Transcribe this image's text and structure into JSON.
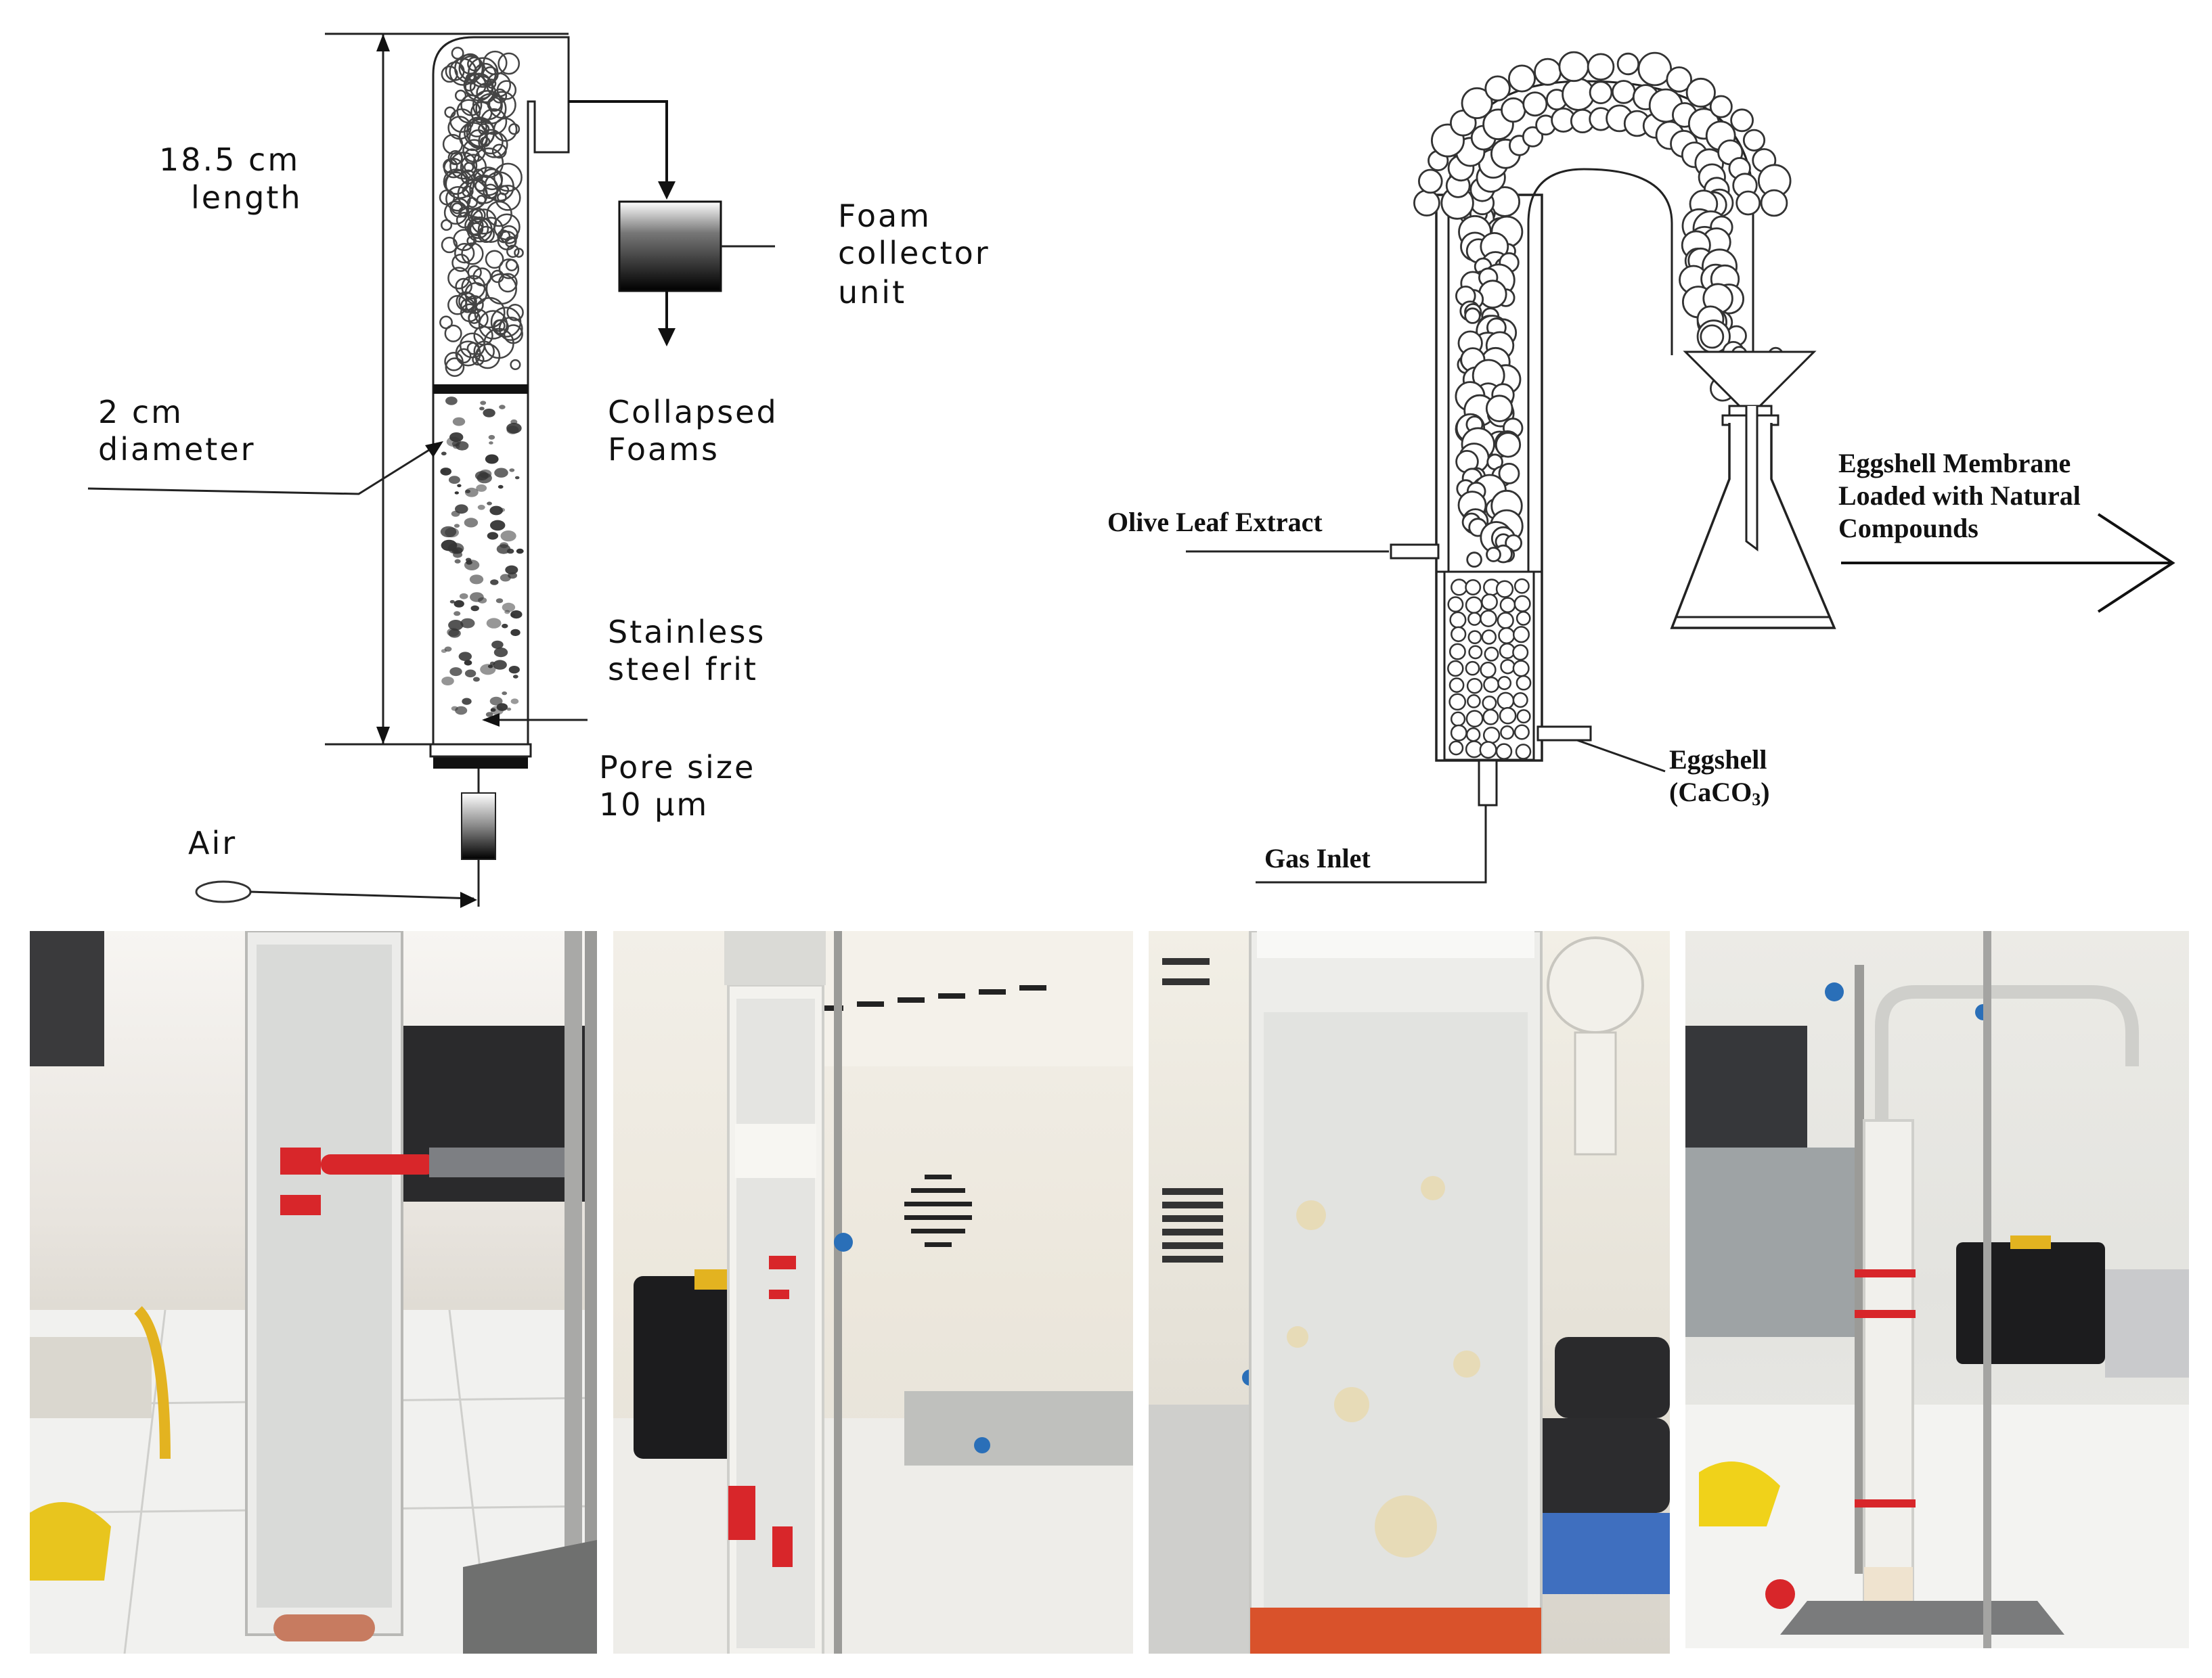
{
  "left_diagram": {
    "labels": {
      "length_line1": "18.5 cm",
      "length_line2": "length",
      "foam_collector_line1": "Foam",
      "foam_collector_line2": "collector",
      "foam_collector_line3": "unit",
      "diameter_line1": "2 cm",
      "diameter_line2": "diameter",
      "collapsed_line1": "Collapsed",
      "collapsed_line2": "Foams",
      "frit_line1": "Stainless",
      "frit_line2": "steel frit",
      "pore_line1": "Pore size",
      "pore_line2": "10 μm",
      "air": "Air"
    }
  },
  "right_diagram": {
    "labels": {
      "olive": "Olive Leaf Extract",
      "membrane_line1": "Eggshell Membrane",
      "membrane_line2": "Loaded with Natural",
      "membrane_line3": "Compounds",
      "eggshell_line1": "Eggshell",
      "eggshell_line2_main": "(CaCO",
      "eggshell_line2_sub": "3",
      "eggshell_line2_end": ")",
      "gas": "Gas Inlet"
    }
  },
  "colors": {
    "clamp_red": "#d8262a",
    "tile_white": "#f1f1ef",
    "case_black": "#1c1c1e",
    "case_yellow": "#e3b320",
    "glove_yellow": "#f0d21a",
    "cap_blue": "#2a6fb8"
  }
}
